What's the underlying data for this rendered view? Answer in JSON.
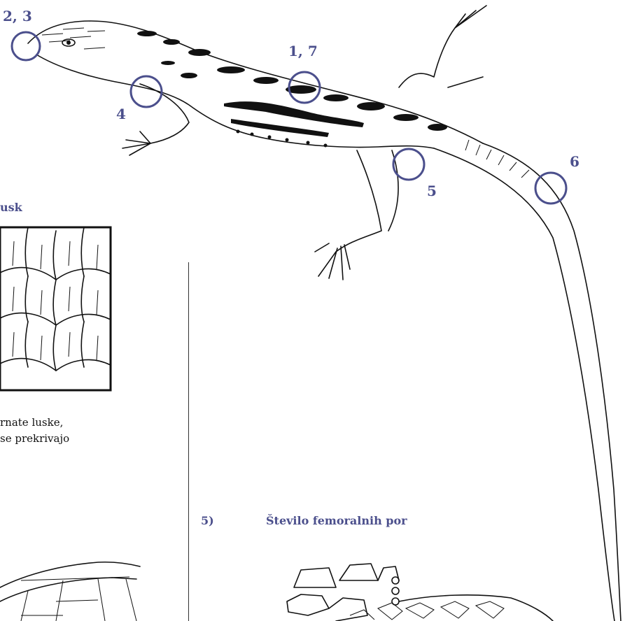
{
  "callouts": {
    "c_2_3": "2, 3",
    "c_1_7": "1, 7",
    "c_4": "4",
    "c_5": "5",
    "c_6": "6"
  },
  "left_panel": {
    "heading_fragment": "usk",
    "caption_line1": "rnate luske,",
    "caption_line2": "se prekrivajo"
  },
  "section5": {
    "number": "5)",
    "title": "Število femoralnih por"
  },
  "colors": {
    "accent": "#4b4f8c",
    "ink": "#111111"
  }
}
